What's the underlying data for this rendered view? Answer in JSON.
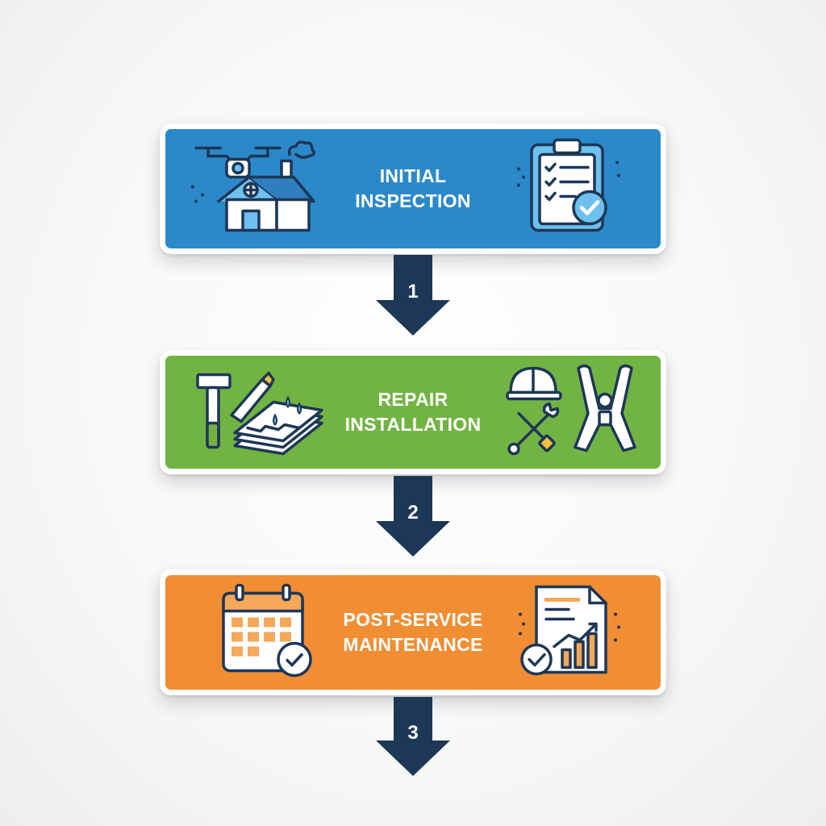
{
  "steps": [
    {
      "line1": "INITIAL",
      "line2": "INSPECTION",
      "color": "#2b89c9",
      "left_icon": "drone-house-icon",
      "right_icon": "clipboard-check-icon"
    },
    {
      "line1": "REPAIR",
      "line2": "INSTALLATION",
      "color": "#72b443",
      "left_icon": "hammer-knife-shingles-icon",
      "right_icon": "hardhat-tools-harness-icon"
    },
    {
      "line1": "POST-SERVICE",
      "line2": "MAINTENANCE",
      "color": "#f18d33",
      "left_icon": "calendar-check-icon",
      "right_icon": "report-chart-icon"
    }
  ],
  "arrows": [
    {
      "number": "1"
    },
    {
      "number": "2"
    },
    {
      "number": "3"
    }
  ],
  "colors": {
    "arrow": "#1d3756",
    "icon_stroke": "#1d3756",
    "card_border": "#ffffff"
  }
}
